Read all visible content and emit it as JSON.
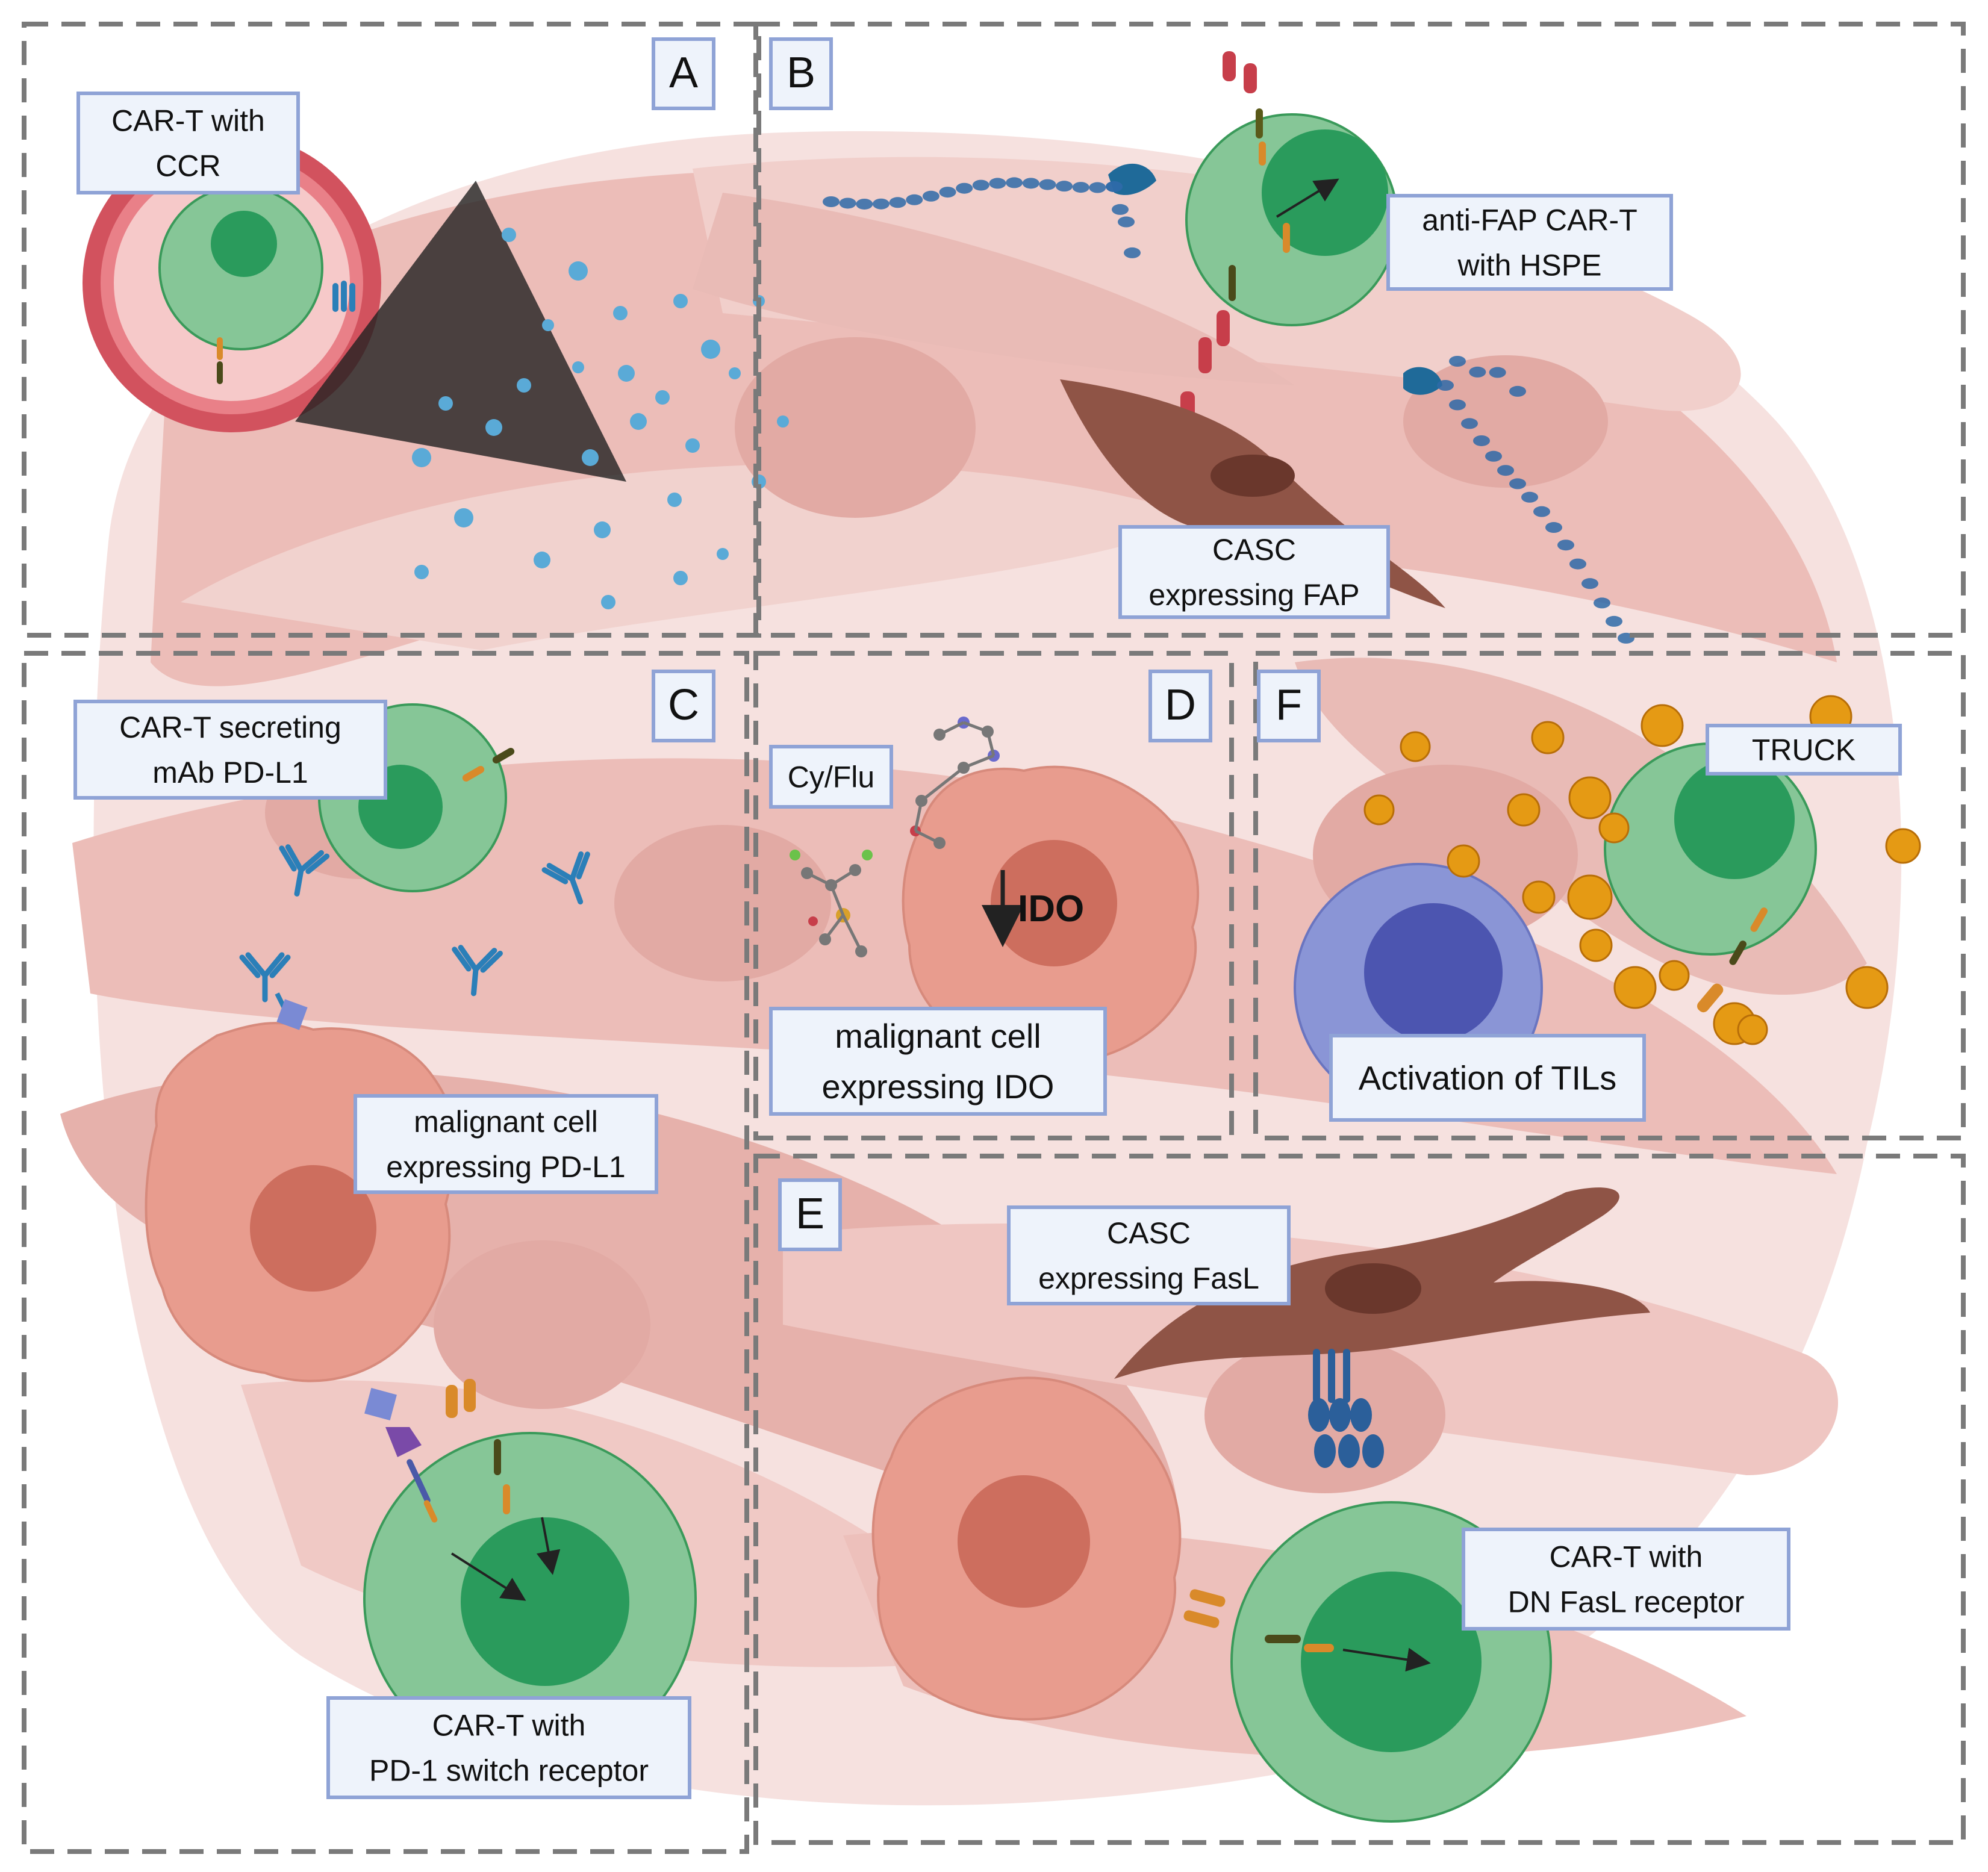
{
  "panels": {
    "A": "A",
    "B": "B",
    "C": "C",
    "D": "D",
    "E": "E",
    "F": "F"
  },
  "labels": {
    "car_t_ccr": [
      "CAR-T with",
      "CCR"
    ],
    "anti_fap": [
      "anti-FAP CAR-T",
      "with HSPE"
    ],
    "casc_fap": [
      "CASC",
      "expressing FAP"
    ],
    "car_t_mab": [
      "CAR-T secreting",
      "mAb PD-L1"
    ],
    "cy_flu": "Cy/Flu",
    "ido": "IDO",
    "malignant_ido": [
      "malignant cell",
      "expressing IDO"
    ],
    "truck": "TRUCK",
    "activation_tils": "Activation of TILs",
    "malignant_pdl1": [
      "malignant cell",
      "expressing PD-L1"
    ],
    "casc_fasl": [
      "CASC",
      "expressing FasL"
    ],
    "car_t_dn": [
      "CAR-T with",
      "DN FasL receptor"
    ],
    "car_t_pd1": [
      "CAR-T with",
      "PD-1 switch receptor"
    ]
  },
  "colors": {
    "stroma": "#efc9c5",
    "stroma_edge": "#e3b3ae",
    "car_t_outer": "#86c697",
    "car_t_inner": "#2a9b5c",
    "malignant": "#e89c8e",
    "malignant_nucleus": "#cd6e5e",
    "casc": "#8f5446",
    "vessel": "#d2525e",
    "til": "#8a95d6",
    "til_nucleus": "#4c55b0",
    "cytokine": "#e59a14",
    "chemokine": "#5aaad7",
    "label_fill": "#eef3fb",
    "label_stroke": "#8fa3d6",
    "dash": "#7a7a7a"
  }
}
